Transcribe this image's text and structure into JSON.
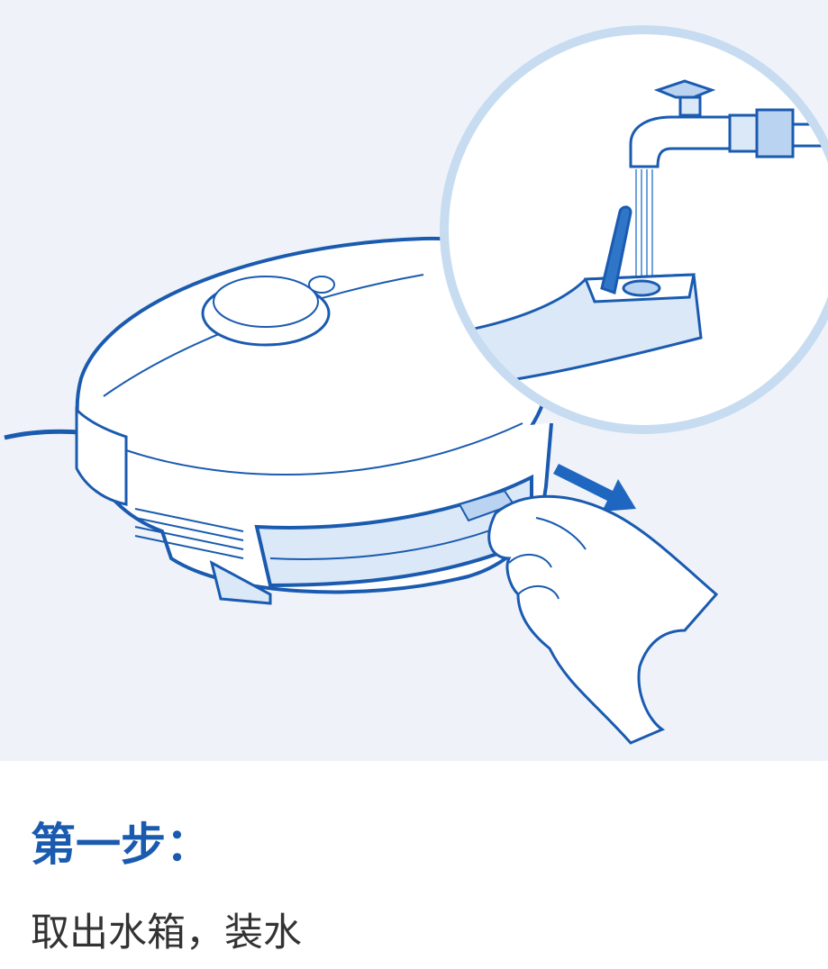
{
  "step": {
    "title": "第一步：",
    "description": "取出水箱，装水"
  },
  "illustration": {
    "subject": "robot-vacuum-water-tank-removal",
    "colors": {
      "background": "#eff3f9",
      "line": "#1a5bb0",
      "fill_light": "#dbe8f7",
      "fill_mid": "#b9d3f0",
      "accent": "#1f66c1"
    }
  }
}
